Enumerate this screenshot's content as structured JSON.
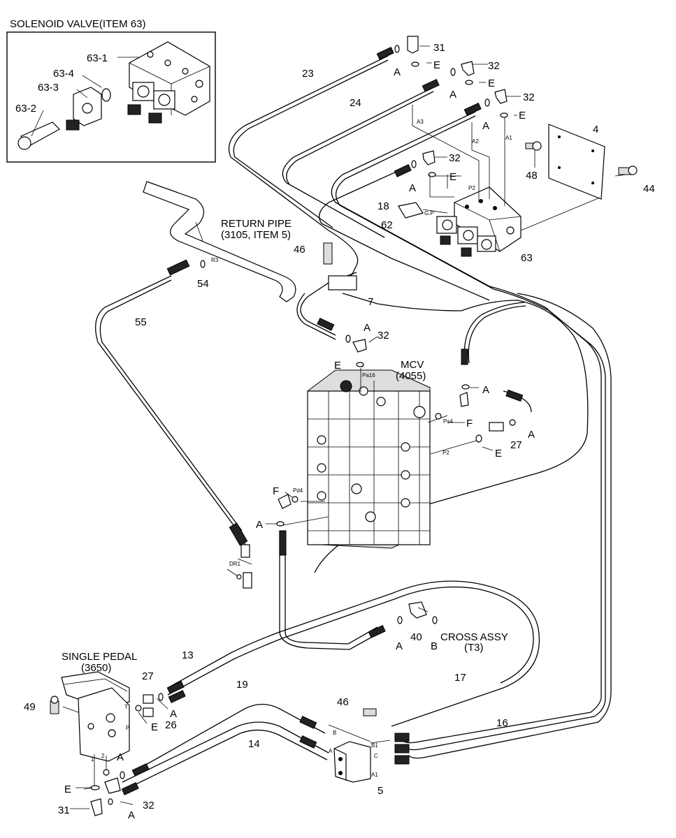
{
  "inset": {
    "title": "SOLENOID VALVE(ITEM 63)",
    "labels": [
      "63-1",
      "63-4",
      "63-3",
      "63-2"
    ]
  },
  "callouts": {
    "return_pipe": [
      "RETURN PIPE",
      "(3105, ITEM 5)"
    ],
    "mcv": [
      "MCV",
      "(4055)"
    ],
    "single_pedal": [
      "SINGLE PEDAL",
      "(3650)"
    ],
    "cross_assy": [
      "CROSS ASSY",
      "(T3)"
    ]
  },
  "item_numbers": {
    "n31_top": "31",
    "n32_a": "32",
    "n32_b": "32",
    "n32_c": "32",
    "n32_d": "32",
    "n23": "23",
    "n24": "24",
    "n4": "4",
    "n48": "48",
    "n44": "44",
    "n18": "18",
    "n62": "62",
    "n63": "63",
    "n46_top": "46",
    "n7": "7",
    "n54": "54",
    "n55": "55",
    "n32_e": "32",
    "n27_right": "27",
    "n40": "40",
    "n13": "13",
    "n19": "19",
    "n17": "17",
    "n16": "16",
    "n14": "14",
    "n46_bot": "46",
    "n5": "5",
    "n49": "49",
    "n27_left": "27",
    "n26": "26",
    "n31_bot": "31",
    "n32_bot": "32"
  },
  "letters": {
    "A": "A",
    "E": "E",
    "F": "F",
    "B": "B"
  },
  "port_labels": {
    "a3": "A3",
    "a2": "A2",
    "a1": "A1",
    "p2": "P2",
    "gp": "G.P",
    "r3": "R3",
    "pa16": "Pa16",
    "ps4": "Ps4",
    "p2b": "P2",
    "pd4": "Pd4",
    "dr1": "DR1",
    "b": "B",
    "a": "A",
    "b1": "B1",
    "c": "C",
    "a1b": "A1",
    "t": "T",
    "p": "P",
    "one": "1",
    "two": "2"
  }
}
